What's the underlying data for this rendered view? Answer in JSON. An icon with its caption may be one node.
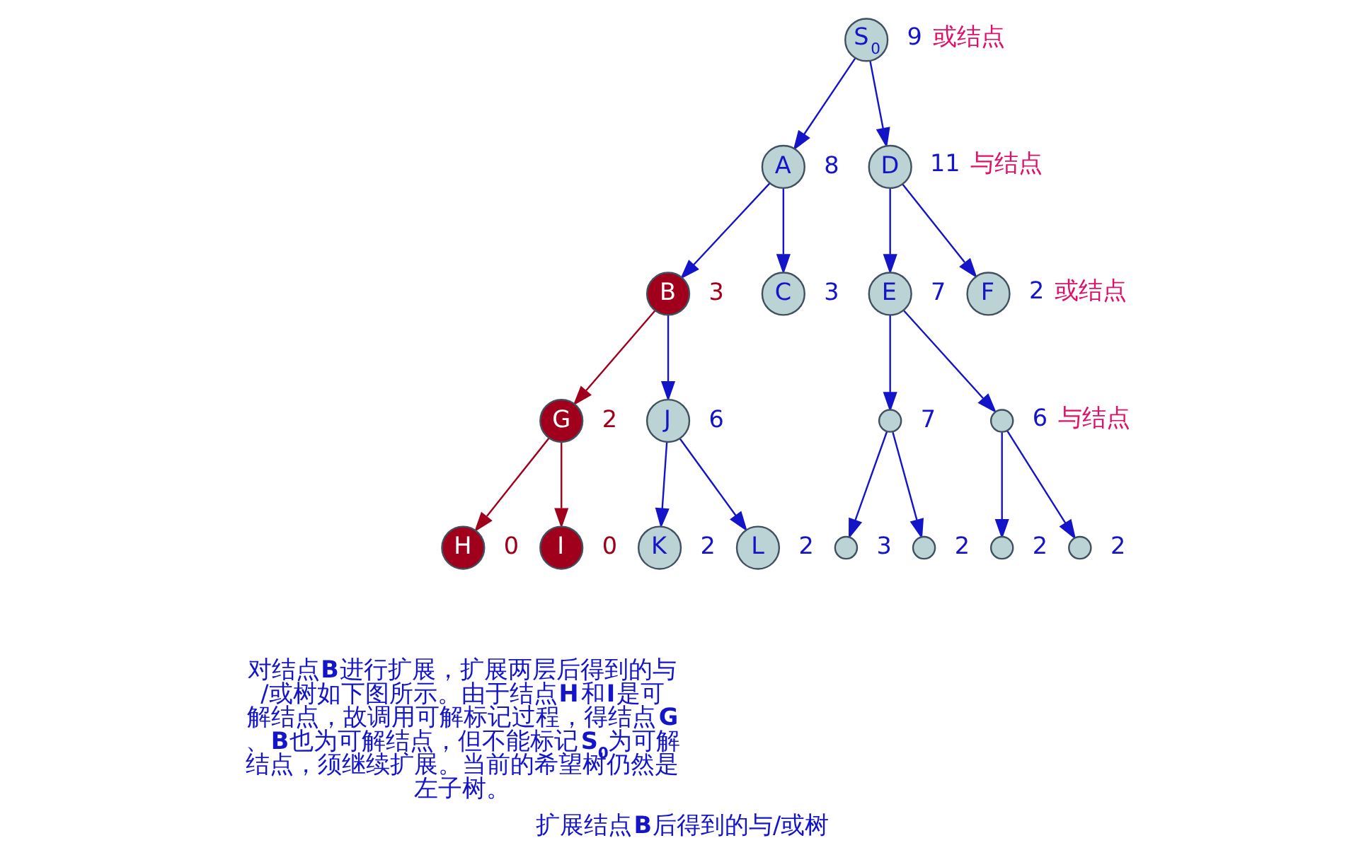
{
  "diagram": {
    "caption": "扩展结点**B**后得到的与/或树",
    "nodes": [
      {
        "text": [
          "S$_{0}$"
        ],
        "beside": [
          "9",
          "或结点"
        ]
      },
      {
        "text": [
          "A"
        ],
        "beside": [
          "8"
        ]
      },
      {
        "text": [
          "D"
        ],
        "beside": [
          "11",
          "与结点"
        ]
      },
      {
        "text": [
          "B"
        ],
        "beside": [
          "3"
        ]
      },
      {
        "text": [
          "C"
        ],
        "beside": [
          "3"
        ]
      },
      {
        "text": [
          "E"
        ],
        "beside": [
          "7"
        ]
      },
      {
        "text": [
          "F"
        ],
        "beside": [
          "2",
          "或结点"
        ]
      },
      {
        "text": [
          "G"
        ],
        "beside": [
          "2"
        ]
      },
      {
        "text": [
          "J"
        ],
        "beside": [
          "6"
        ]
      },
      {
        "text": [
          "H"
        ],
        "beside": [
          "0"
        ]
      },
      {
        "text": [
          "I"
        ],
        "beside": [
          "0"
        ]
      },
      {
        "text": [
          "K"
        ],
        "beside": [
          "2"
        ]
      },
      {
        "text": [
          "L"
        ],
        "beside": [
          "2"
        ]
      },
      {
        "text": [],
        "shape": "circle",
        "beside": [
          "7"
        ]
      },
      {
        "text": [],
        "shape": "circle",
        "beside": [
          "6",
          "与结点"
        ]
      },
      {
        "text": [],
        "shape": "circle",
        "beside": [
          "3"
        ]
      },
      {
        "text": [],
        "shape": "circle",
        "beside": [
          "2"
        ]
      },
      {
        "text": [],
        "shape": "circle",
        "beside": [
          "2"
        ]
      },
      {
        "text": [],
        "shape": "circle",
        "beside": [
          "2"
        ]
      }
    ],
    "edges": [
      {
        "from": 0,
        "to": 1,
        "arrow": "to"
      },
      {
        "from": 0,
        "to": 2,
        "arrow": "to"
      },
      {
        "from": 1,
        "to": 3,
        "arrow": "to"
      },
      {
        "from": 1,
        "to": 4,
        "arrow": "to"
      },
      {
        "from": 2,
        "to": 5,
        "arrow": "to"
      },
      {
        "from": 2,
        "to": 6,
        "arrow": "to"
      },
      {
        "from": 3,
        "to": 7,
        "arrow": "to",
        "color": "#a0001c"
      },
      {
        "from": 3,
        "to": 8,
        "arrow": "to"
      },
      {
        "from": 5,
        "to": 13,
        "arrow": "to"
      },
      {
        "from": 5,
        "to": 14,
        "arrow": "to"
      },
      {
        "from": 7,
        "to": 9,
        "arrow": "to",
        "color": "#a0001c"
      },
      {
        "from": 7,
        "to": 10,
        "arrow": "to",
        "color": "#a0001c"
      },
      {
        "from": 8,
        "to": 11,
        "arrow": "to"
      },
      {
        "from": 8,
        "to": 12,
        "arrow": "to"
      },
      {
        "from": 13,
        "to": 15,
        "arrow": "to"
      },
      {
        "from": 13,
        "to": 16,
        "arrow": "to"
      },
      {
        "from": 14,
        "to": 17,
        "arrow": "to"
      },
      {
        "from": 14,
        "to": 18,
        "arrow": "to"
      }
    ],
    "labels": [
      "对结点**B**进行扩展，扩展两层后得到的与/或树如下图所示。由于结点**H**和**I**是可解结点，故调用可解标记过程，得结点**G**、**B**也为可解结点，但不能标记**S$_{0}$**为可解结点，须继续扩展。当前的希望树仍然是左子树。"
    ]
  }
}
